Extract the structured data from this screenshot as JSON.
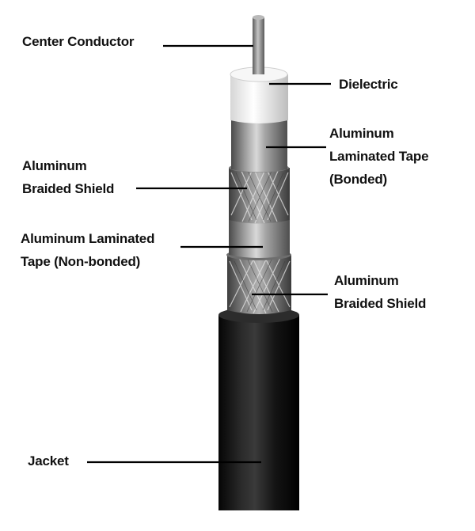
{
  "labels": {
    "center_conductor": "Center Conductor",
    "dielectric": "Dielectric",
    "tape_bonded": [
      "Aluminum",
      "Laminated Tape",
      "(Bonded)"
    ],
    "braid_upper": [
      "Aluminum",
      "Braided Shield"
    ],
    "tape_nonbonded": [
      "Aluminum Laminated",
      "Tape (Non-bonded)"
    ],
    "braid_lower": [
      "Aluminum",
      "Braided Shield"
    ],
    "jacket": "Jacket"
  },
  "colors": {
    "background": "#ffffff",
    "jacket": "#161616",
    "foil": "#a8a8a8",
    "braid": "#8c8c8c",
    "dielectric": "#f4f4f4",
    "conductor": "#9a9a9a",
    "leader_line": "#000000"
  }
}
